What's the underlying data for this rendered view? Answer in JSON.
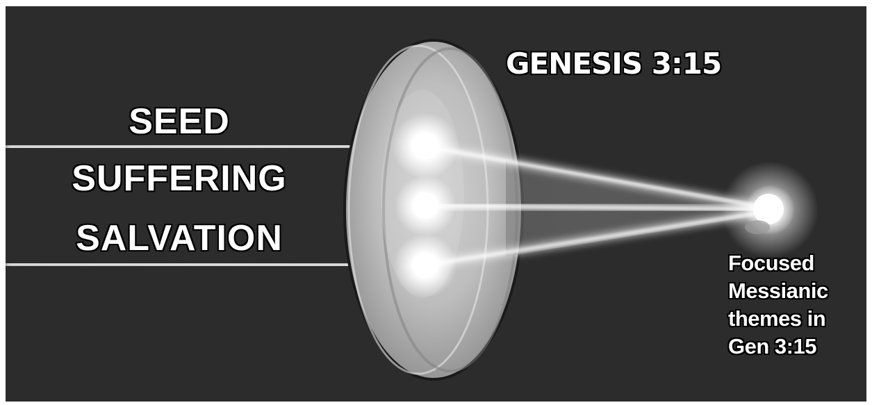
{
  "title": "GENESIS 3:15",
  "themes": [
    "SEED",
    "SUFFERING",
    "SALVATION"
  ],
  "caption": [
    "Focused",
    "Messianic",
    "themes in",
    "Gen 3:15"
  ]
}
